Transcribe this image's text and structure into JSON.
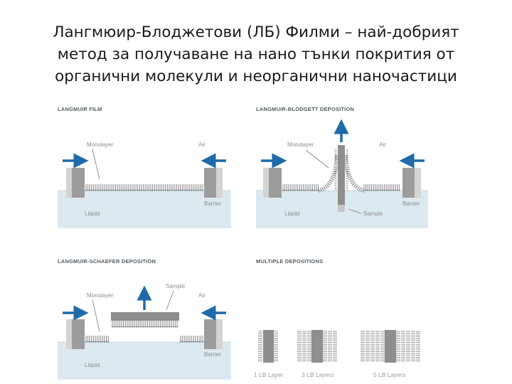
{
  "slide": {
    "title_lines": [
      "Лангмюир-Блоджетови (ЛБ) Филми – най-добрият",
      "метод за получаване на нано тънки покрития от",
      "органични молекули и неорганични наночастици"
    ]
  },
  "panels": {
    "film": {
      "title": "LANGMUIR FILM",
      "monolayer": "Monolayer",
      "air": "Air",
      "barrier": "Barrier",
      "liquid": "Liquid"
    },
    "lb": {
      "title": "LANGMUIR-BLODGETT DEPOSITION",
      "monolayer": "Monolayer",
      "air": "Air",
      "barrier": "Barrier",
      "liquid": "Liquid",
      "sample": "Sample"
    },
    "ls": {
      "title": "LANGMUIR-SCHAEFER DEPOSITION",
      "monolayer": "Monolayer",
      "air": "Air",
      "barrier": "Barrier",
      "liquid": "Liquid",
      "sample": "Sample"
    },
    "multi": {
      "title": "MULTIPLE DEPOSITIONS",
      "layers": [
        "1 LB Layer",
        "3 LB Layers",
        "5 LB Layers"
      ]
    }
  },
  "colors": {
    "water": "#dce9f0",
    "barrier": "#9c9c9c",
    "arrow": "#1f6aa8",
    "molecule": "#8a8a8a",
    "text": "#8c8c8c"
  }
}
